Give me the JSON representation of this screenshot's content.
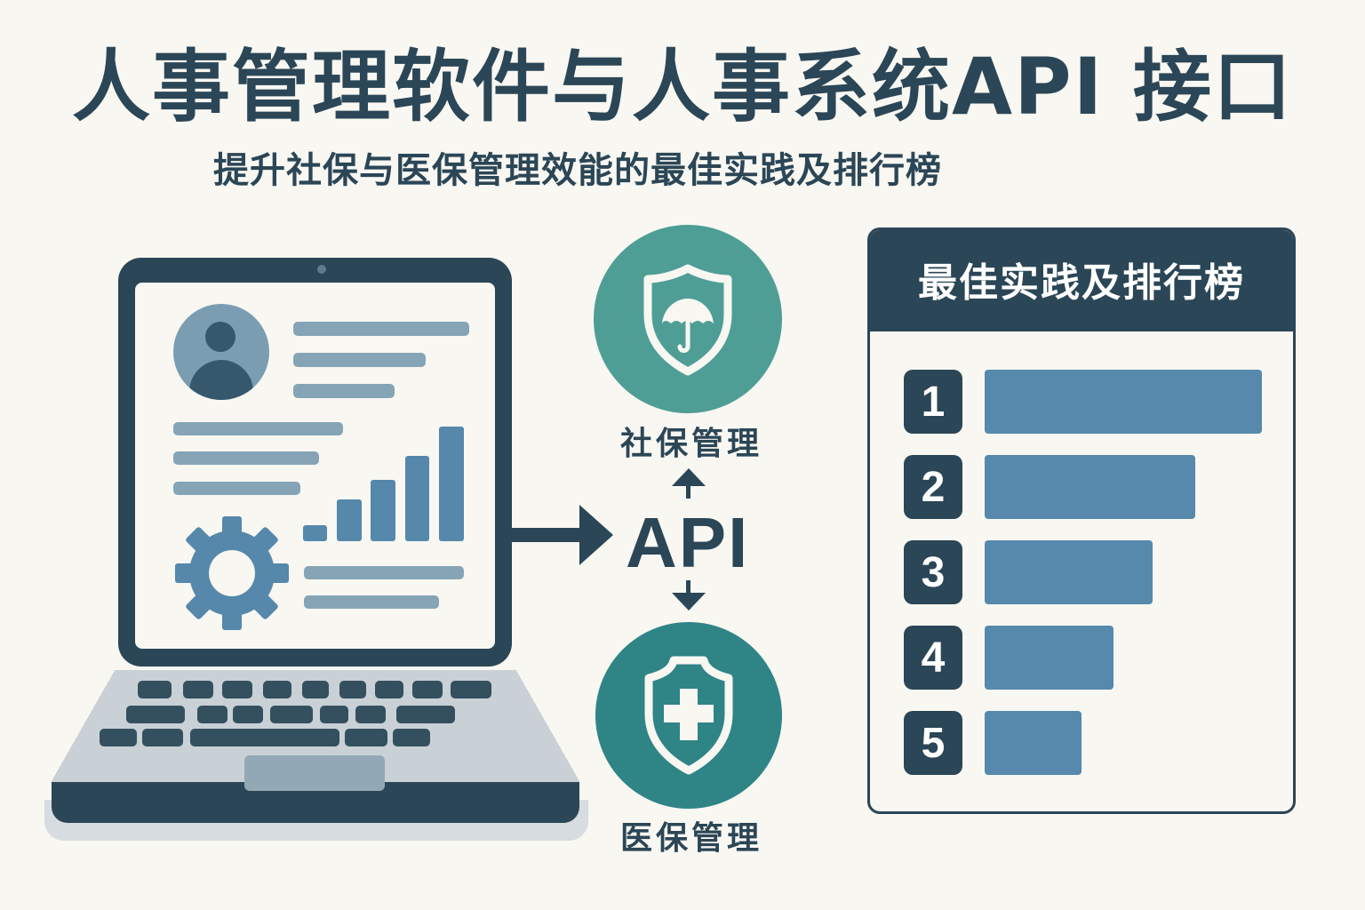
{
  "header": {
    "title": "人事管理软件与人事系统API 接口",
    "subtitle": "提升社保与医保管理效能的最佳实践及排行榜"
  },
  "laptop": {
    "screen_icons": [
      "user-avatar-icon",
      "bar-chart-icon",
      "gear-icon"
    ],
    "chart_bars_relative_heights": [
      1,
      2.7,
      3.9,
      5.2,
      6.5
    ]
  },
  "connector": {
    "api_label": "API",
    "icons": [
      "arrow-right-icon",
      "arrow-up-icon",
      "arrow-down-icon"
    ]
  },
  "modules": [
    {
      "label": "社保管理",
      "icon": "shield-umbrella-icon",
      "color": "#4f9e96"
    },
    {
      "label": "医保管理",
      "icon": "shield-medical-cross-icon",
      "color": "#2f8486"
    }
  ],
  "ranking": {
    "title": "最佳实践及排行榜",
    "items": [
      {
        "rank": "1",
        "bar_width_pct": 100
      },
      {
        "rank": "2",
        "bar_width_pct": 76
      },
      {
        "rank": "3",
        "bar_width_pct": 61
      },
      {
        "rank": "4",
        "bar_width_pct": 46
      },
      {
        "rank": "5",
        "bar_width_pct": 35
      }
    ]
  },
  "colors": {
    "background": "#f8f7f2",
    "primary_dark": "#2b4656",
    "bar_blue": "#5689ab",
    "teal_light": "#4f9e96",
    "teal_dark": "#2f8486"
  }
}
